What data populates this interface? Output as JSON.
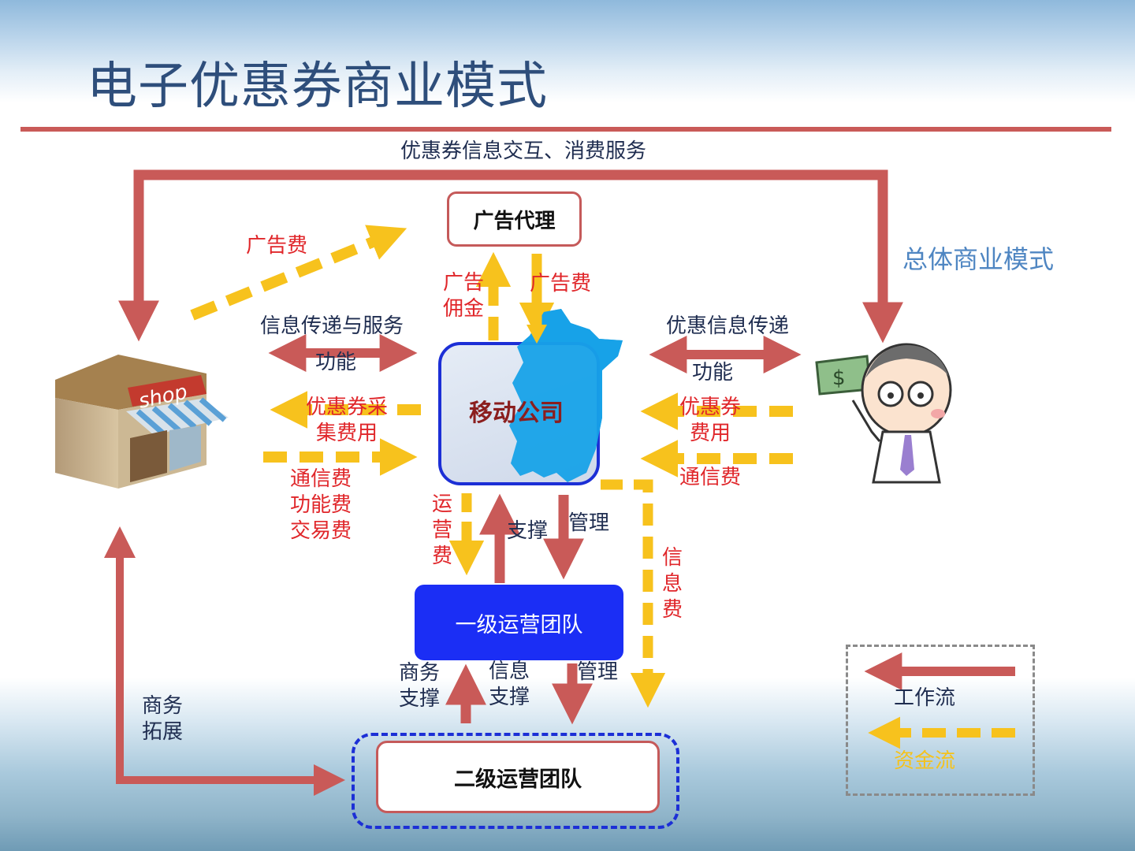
{
  "title": "电子优惠券商业模式",
  "top_flow_label": "优惠券信息交互、消费服务",
  "side_note": "总体商业模式",
  "nodes": {
    "ad_agency": "广告代理",
    "mobile_company": "移动公司",
    "team_level1": "一级运营团队",
    "team_level2": "二级运营团队"
  },
  "shop_sign": "shop",
  "labels": {
    "ad_fee_left": "广告费",
    "ad_commission": "广告\n佣金",
    "ad_fee_center": "广告费",
    "info_service": "信息传递与服务",
    "function_left": "功能",
    "coupon_collect_fee": "优惠券采\n集费用",
    "comm_fees_left": "通信费\n功能费\n交易费",
    "coupon_info": "优惠信息传递",
    "function_right": "功能",
    "coupon_fee_right": "优惠券\n费用",
    "comm_fee_right": "通信费",
    "operation_fee": "运\n营\n费",
    "support": "支撑",
    "management_1": "管理",
    "info_fee": "信\n息\n费",
    "business_support": "商务\n支撑",
    "info_support": "信息\n支撑",
    "management_2": "管理",
    "business_expand": "商务\n拓展"
  },
  "legend": {
    "workflow": "工作流",
    "capital_flow": "资金流"
  },
  "colors": {
    "workflow": "#c95a58",
    "capital_flow": "#f7c21d",
    "title": "#2e4e7b",
    "accent_blue": "#1c2fd6"
  }
}
